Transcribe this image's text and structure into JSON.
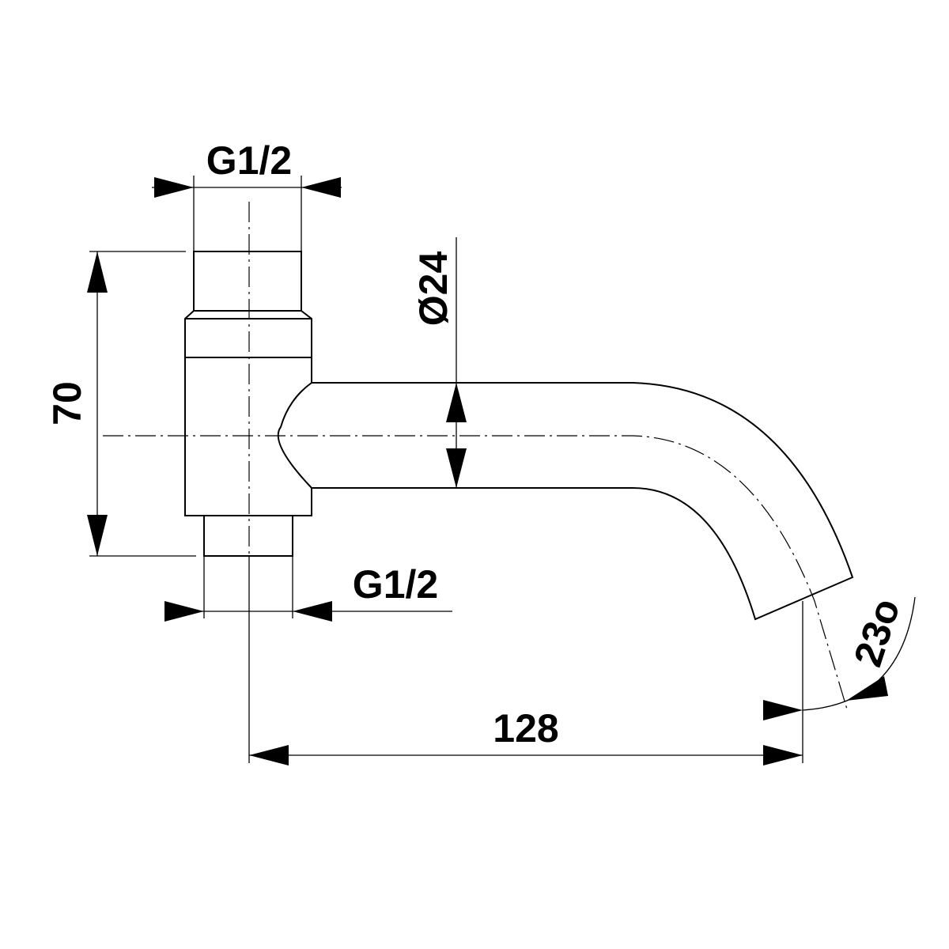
{
  "drawing": {
    "labels": {
      "top_thread": "G1/2",
      "bottom_thread": "G1/2",
      "height": "70",
      "diameter": "Ø24",
      "length": "128",
      "angle": "23o"
    },
    "colors": {
      "line": "#000000",
      "background": "#ffffff"
    }
  }
}
